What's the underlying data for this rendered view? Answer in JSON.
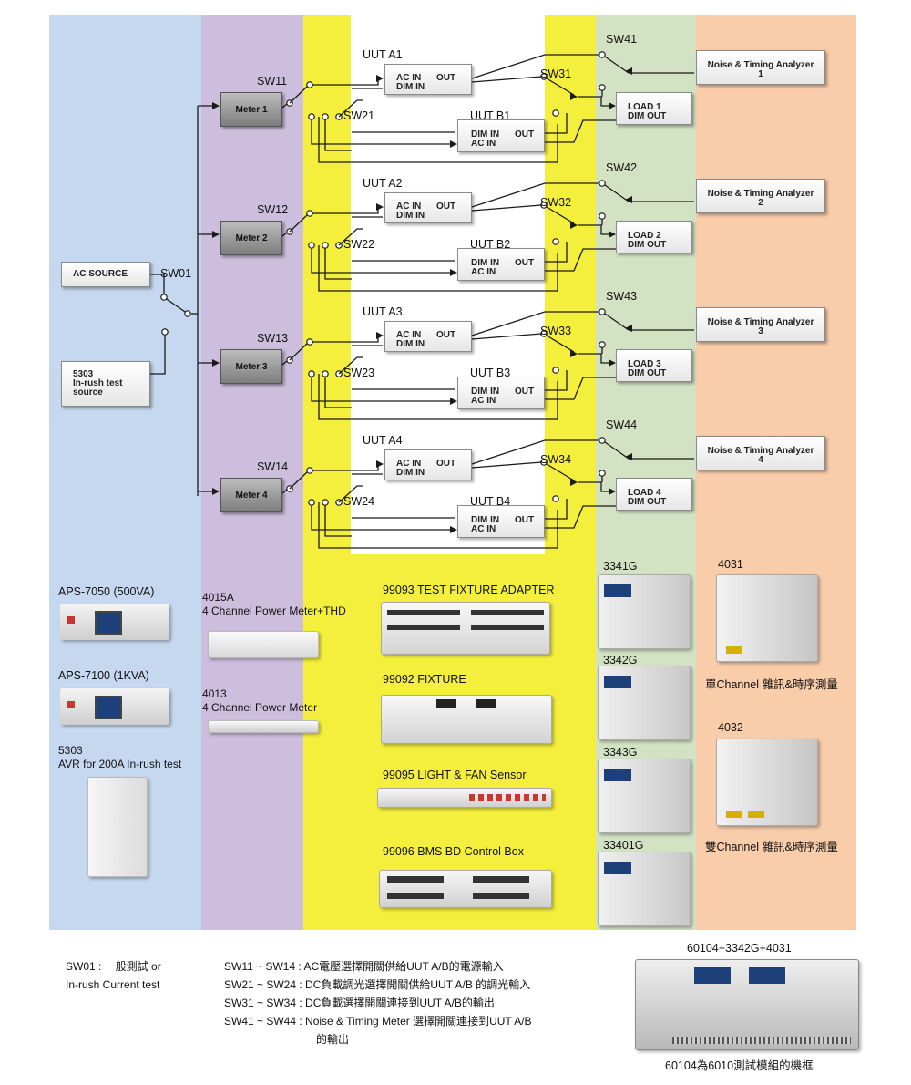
{
  "diagram": {
    "ac_source": "AC SOURCE",
    "inrush_source": [
      "5303",
      "In-rush test",
      "source"
    ],
    "sw01": "SW01",
    "groups": [
      {
        "meter": "Meter 1",
        "sw_in": "SW11",
        "sw_dim": "SW21",
        "uut_a": "UUT A1",
        "uut_b": "UUT B1",
        "sw_out": "SW31",
        "sw_noise": "SW41",
        "load": [
          "LOAD 1",
          "DIM OUT"
        ],
        "noise": [
          "Noise & Timing Analyzer",
          "1"
        ]
      },
      {
        "meter": "Meter 2",
        "sw_in": "SW12",
        "sw_dim": "SW22",
        "uut_a": "UUT A2",
        "uut_b": "UUT B2",
        "sw_out": "SW32",
        "sw_noise": "SW42",
        "load": [
          "LOAD 2",
          "DIM OUT"
        ],
        "noise": [
          "Noise & Timing Analyzer",
          "2"
        ]
      },
      {
        "meter": "Meter 3",
        "sw_in": "SW13",
        "sw_dim": "SW23",
        "uut_a": "UUT A3",
        "uut_b": "UUT B3",
        "sw_out": "SW33",
        "sw_noise": "SW43",
        "load": [
          "LOAD 3",
          "DIM OUT"
        ],
        "noise": [
          "Noise & Timing Analyzer",
          "3"
        ]
      },
      {
        "meter": "Meter 4",
        "sw_in": "SW14",
        "sw_dim": "SW24",
        "uut_a": "UUT A4",
        "uut_b": "UUT B4",
        "sw_out": "SW34",
        "sw_noise": "SW44",
        "load": [
          "LOAD 4",
          "DIM OUT"
        ],
        "noise": [
          "Noise & Timing Analyzer",
          "4"
        ]
      }
    ],
    "uut_a_ports": {
      "in1": "AC IN",
      "in2": "DIM IN",
      "out": "OUT"
    },
    "uut_b_ports": {
      "in1": "DIM IN",
      "in2": "AC IN",
      "out": "OUT"
    }
  },
  "products": {
    "sources": [
      {
        "name": "APS-7050 (500VA)"
      },
      {
        "name": "APS-7100 (1KVA)"
      },
      {
        "name_line1": "5303",
        "name_line2": "AVR for 200A In-rush test"
      }
    ],
    "meters": [
      {
        "line1": "4015A",
        "line2": "4 Channel Power Meter+THD"
      },
      {
        "line1": "4013",
        "line2": "4 Channel Power Meter"
      }
    ],
    "fixtures": [
      "99093 TEST FIXTURE ADAPTER",
      "99092 FIXTURE",
      "99095 LIGHT & FAN Sensor",
      "99096 BMS BD Control Box"
    ],
    "loads": [
      "3341G",
      "3342G",
      "3343G",
      "33401G"
    ],
    "analyzers": [
      {
        "model": "4031",
        "desc": "單Channel 雜訊&時序測量"
      },
      {
        "model": "4032",
        "desc": "雙Channel 雜訊&時序測量"
      }
    ]
  },
  "notes": {
    "sw01_line1": "SW01 : 一般測試 or",
    "sw01_line2": "In-rush Current test",
    "sw11": "SW11 ~ SW14 : AC電壓選擇開關供給UUT A/B的電源輸入",
    "sw21": "SW21 ~ SW24 : DC負載調光選擇開關供給UUT A/B 的調光輸入",
    "sw31": "SW31 ~ SW34 : DC負載選擇開關連接到UUT A/B的輸出",
    "sw41": "SW41 ~ SW44 : Noise & Timing Meter 選擇開關連接到UUT A/B",
    "sw41_cont": "的輸出"
  },
  "frame": {
    "title": "60104+3342G+4031",
    "caption": "60104為6010測試模組的機框"
  },
  "colors": {
    "blue_band": "#c5d8ef",
    "purple_band": "#ccbedc",
    "yellow_band": "#f4ef3c",
    "green_band": "#d3e2c3",
    "orange_band": "#f9ccaa"
  }
}
